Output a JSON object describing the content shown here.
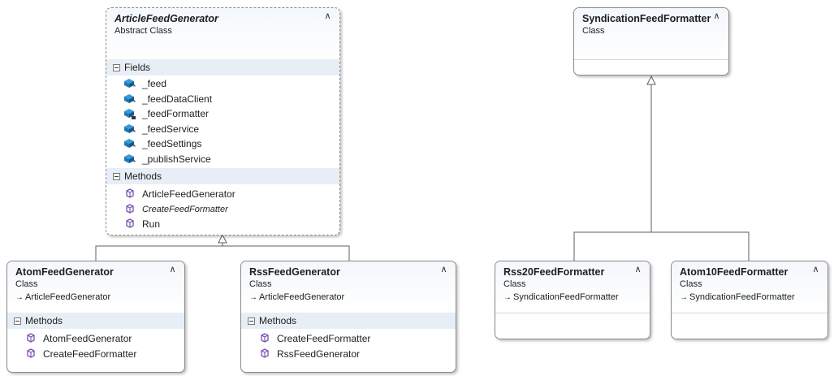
{
  "classes": {
    "article": {
      "title": "ArticleFeedGenerator",
      "kind": "Abstract Class",
      "fields_label": "Fields",
      "fields": [
        "_feed",
        "_feedDataClient",
        "_feedFormatter",
        "_feedService",
        "_feedSettings",
        "_publishService"
      ],
      "methods_label": "Methods",
      "methods": [
        "ArticleFeedGenerator",
        "CreateFeedFormatter",
        "Run"
      ]
    },
    "syndication": {
      "title": "SyndicationFeedFormatter",
      "kind": "Class"
    },
    "atom": {
      "title": "AtomFeedGenerator",
      "kind": "Class",
      "base": "ArticleFeedGenerator",
      "methods_label": "Methods",
      "methods": [
        "AtomFeedGenerator",
        "CreateFeedFormatter"
      ]
    },
    "rss": {
      "title": "RssFeedGenerator",
      "kind": "Class",
      "base": "ArticleFeedGenerator",
      "methods_label": "Methods",
      "methods": [
        "CreateFeedFormatter",
        "RssFeedGenerator"
      ]
    },
    "rss20": {
      "title": "Rss20FeedFormatter",
      "kind": "Class",
      "base": "SyndicationFeedFormatter"
    },
    "atom10": {
      "title": "Atom10FeedFormatter",
      "kind": "Class",
      "base": "SyndicationFeedFormatter"
    }
  },
  "icons": {
    "field": "field-icon",
    "private_field": "private-field-icon",
    "method": "method-icon",
    "collapse": "collapse-chevron-icon",
    "inherit_arrow": "inheritance-arrow-icon"
  },
  "colors": {
    "section_bg": "#e8eef6",
    "field_icon": "#1f7ab8",
    "method_icon": "#7a4fb3",
    "line": "#5f5f5f"
  }
}
